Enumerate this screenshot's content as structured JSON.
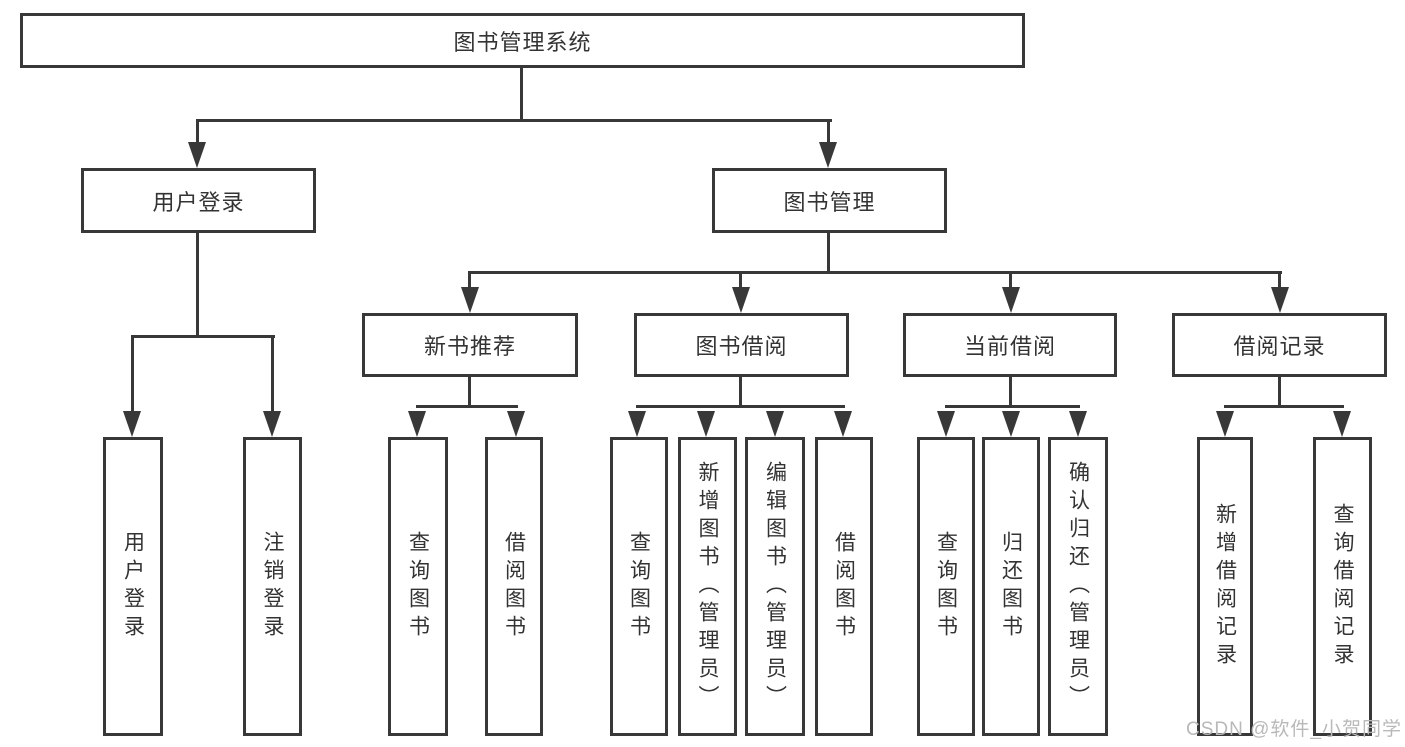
{
  "diagram_type": "hierarchy-tree",
  "nodes": {
    "root": "图书管理系统",
    "level2": [
      "用户登录",
      "图书管理"
    ],
    "level3": [
      "新书推荐",
      "图书借阅",
      "当前借阅",
      "借阅记录"
    ],
    "leaves": [
      "用户登录",
      "注销登录",
      "查询图书",
      "借阅图书",
      "查询图书",
      "新增图书（管理员）",
      "编辑图书（管理员）",
      "借阅图书",
      "查询图书",
      "归还图书",
      "确认归还（管理员）",
      "新增借阅记录",
      "查询借阅记录"
    ]
  },
  "hierarchy": {
    "图书管理系统": {
      "用户登录": [
        "用户登录",
        "注销登录"
      ],
      "图书管理": {
        "新书推荐": [
          "查询图书",
          "借阅图书"
        ],
        "图书借阅": [
          "查询图书",
          "新增图书（管理员）",
          "编辑图书（管理员）",
          "借阅图书"
        ],
        "当前借阅": [
          "查询图书",
          "归还图书",
          "确认归还（管理员）"
        ],
        "借阅记录": [
          "新增借阅记录",
          "查询借阅记录"
        ]
      }
    }
  },
  "watermark": {
    "text": "CSDN @软件_小贺同学"
  },
  "colors": {
    "line": "#383838",
    "text": "#333333",
    "background": "#ffffff",
    "watermark": "#b9b9b9"
  }
}
